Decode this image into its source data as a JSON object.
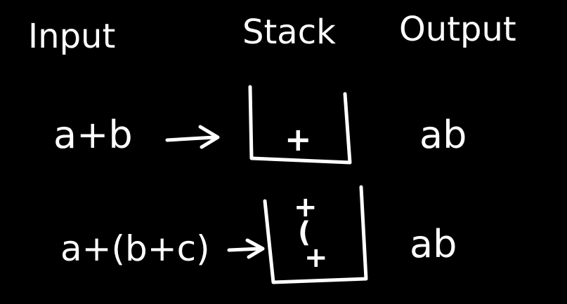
{
  "colors": {
    "background": "#000000",
    "ink": "#ffffff"
  },
  "headers": {
    "input": "Input",
    "stack": "Stack",
    "output": "Output"
  },
  "rows": [
    {
      "input": "a+b",
      "stack": [
        "+"
      ],
      "output": "ab"
    },
    {
      "input": "a+(b+c)",
      "stack": [
        "+",
        "(",
        "+"
      ],
      "output": "ab"
    }
  ]
}
